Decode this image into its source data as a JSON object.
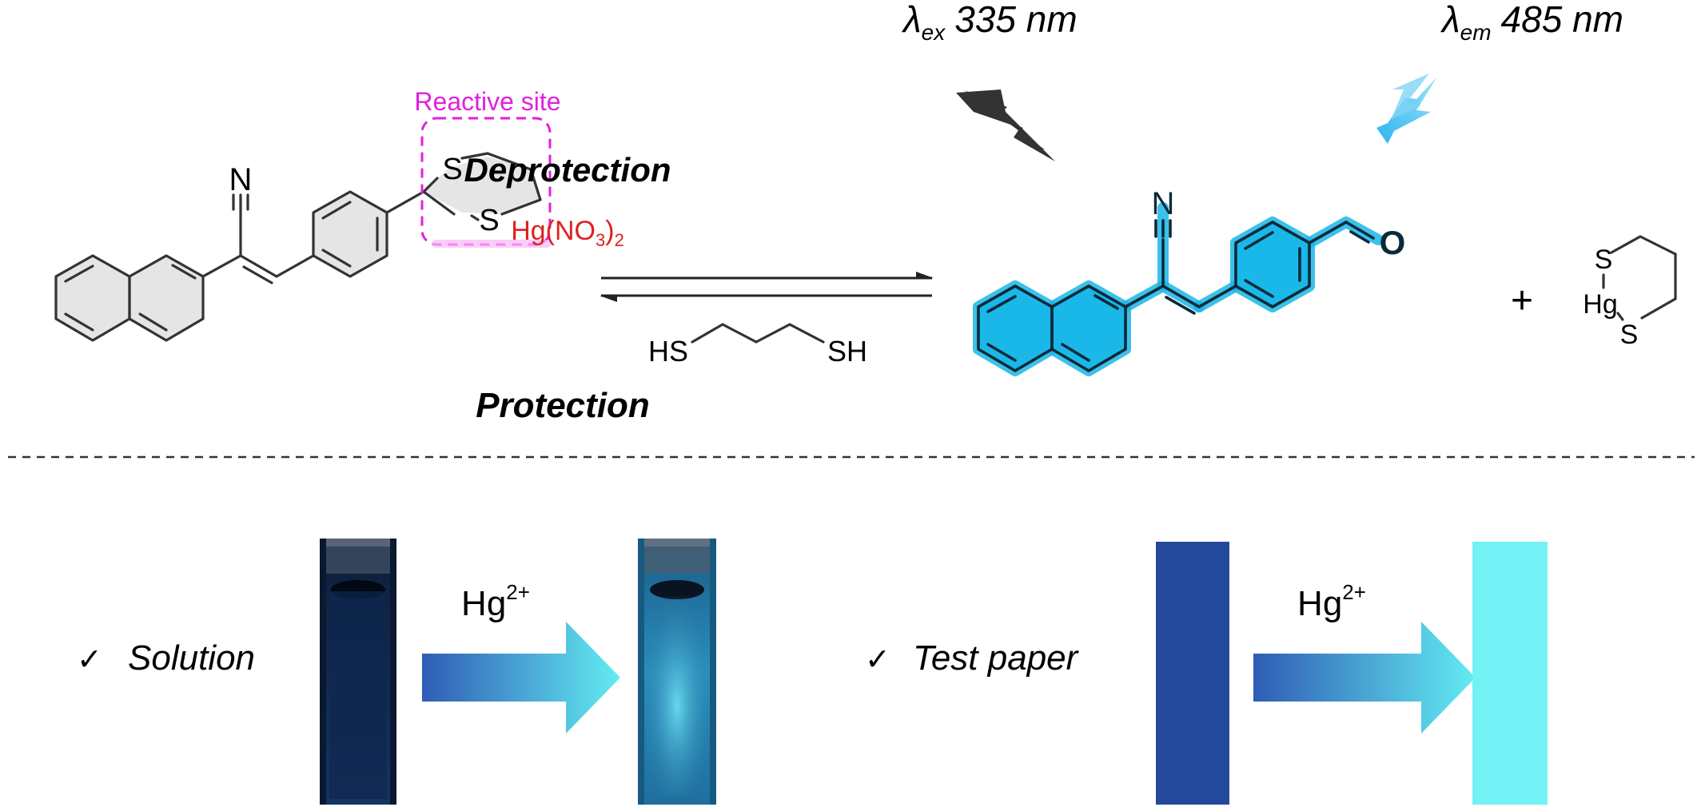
{
  "figure": {
    "reactive_site_label": "Reactive site",
    "excitation": {
      "symbol": "λ",
      "subscript": "ex",
      "value": "335 nm"
    },
    "emission": {
      "symbol": "λ",
      "subscript": "em",
      "value": "485 nm"
    },
    "forward_label": "Deprotection",
    "reagent_prefix": "Hg(NO",
    "reagent_sub1": "3",
    "reagent_close": ")",
    "reagent_sub2": "2",
    "reverse_label": "Protection",
    "thiol_left": "HS",
    "thiol_right": "SH",
    "plus": "+",
    "atom_N": "N",
    "atom_S": "S",
    "atom_O": "O",
    "atom_Hg": "Hg",
    "solution_label": "Solution",
    "test_paper_label": "Test paper",
    "checkmark": "✓",
    "ion_base": "Hg",
    "ion_charge": "2+",
    "colors": {
      "reactive_site": "#e020e0",
      "reagent": "#e02020",
      "highlight": "#1ab8e8",
      "arrow_dark": "#2f5fb8",
      "arrow_light": "#5fe8f0",
      "paper_before": "#24489a",
      "paper_after": "#72f2f4"
    }
  }
}
